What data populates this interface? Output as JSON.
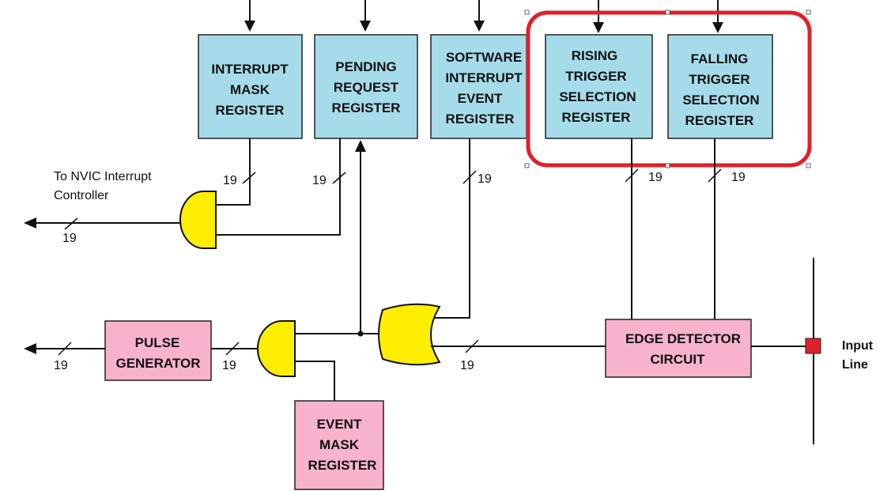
{
  "colors": {
    "register_fill": "#a6dcea",
    "pink_fill": "#f7b3cb",
    "gate_fill": "#ffee00",
    "highlight": "#e0202a",
    "input_node": "#e0202a"
  },
  "blocks": {
    "interrupt_mask": [
      "INTERRUPT",
      "MASK",
      "REGISTER"
    ],
    "pending_request": [
      "PENDING",
      "REQUEST",
      "REGISTER"
    ],
    "software_interrupt": [
      "SOFTWARE",
      "INTERRUPT",
      "EVENT",
      "REGISTER"
    ],
    "rising_trigger": [
      "RISING",
      "TRIGGER",
      "SELECTION",
      "REGISTER"
    ],
    "falling_trigger": [
      "FALLING",
      "TRIGGER",
      "SELECTION",
      "REGISTER"
    ],
    "pulse_generator": [
      "PULSE",
      "GENERATOR"
    ],
    "event_mask": [
      "EVENT",
      "MASK",
      "REGISTER"
    ],
    "edge_detector": [
      "EDGE DETECTOR",
      "CIRCUIT"
    ]
  },
  "labels": {
    "nvic": [
      "To NVIC Interrupt",
      "Controller"
    ],
    "input_line": [
      "Input",
      "Line"
    ],
    "bus_width": "19"
  }
}
